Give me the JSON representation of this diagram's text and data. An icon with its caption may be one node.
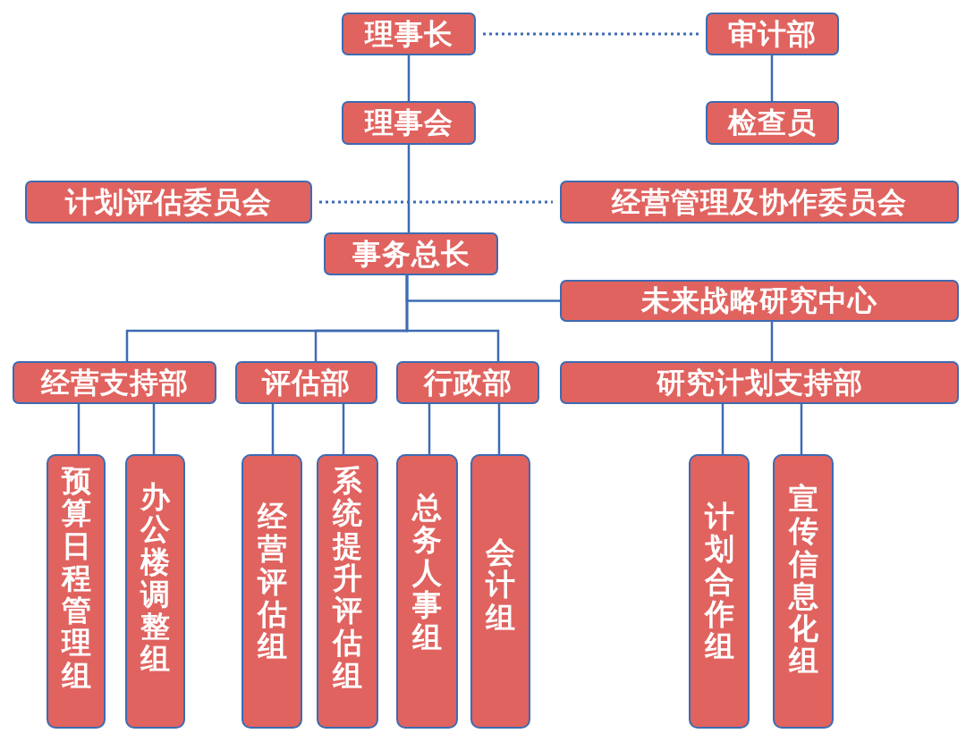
{
  "diagram": {
    "nodes": [
      {
        "text": [
          "理事长"
        ]
      },
      {
        "text": [
          "审计部"
        ]
      },
      {
        "text": [
          "理事会"
        ]
      },
      {
        "text": [
          "检查员"
        ]
      },
      {
        "text": [
          "计划评估委员会"
        ]
      },
      {
        "text": [
          "经营管理及协作委员会"
        ]
      },
      {
        "text": [
          "事务总长"
        ]
      },
      {
        "text": [
          "未来战略研究中心"
        ]
      },
      {
        "text": [
          "经营支持部"
        ]
      },
      {
        "text": [
          "评估部"
        ]
      },
      {
        "text": [
          "行政部"
        ]
      },
      {
        "text": [
          "研究计划支持部"
        ]
      },
      {
        "text": [
          "预算日程管理组"
        ]
      },
      {
        "text": [
          "办公楼调整组"
        ]
      },
      {
        "text": [
          "经营评估组"
        ]
      },
      {
        "text": [
          "系统提升评估组"
        ]
      },
      {
        "text": [
          "总务人事组"
        ]
      },
      {
        "text": [
          "会计组"
        ]
      },
      {
        "text": [
          "计划合作组"
        ]
      },
      {
        "text": [
          "宣传信息化组"
        ]
      }
    ],
    "edges": [
      {
        "from": 0,
        "to": 1,
        "arrow": "none",
        "style": "dashed"
      },
      {
        "from": 0,
        "to": 2,
        "arrow": "none"
      },
      {
        "from": 1,
        "to": 3,
        "arrow": "none"
      },
      {
        "from": 4,
        "to": 5,
        "arrow": "none",
        "style": "dashed"
      },
      {
        "from": 2,
        "to": 6,
        "arrow": "none"
      },
      {
        "from": 6,
        "to": 7,
        "arrow": "none"
      },
      {
        "from": 6,
        "to": 8,
        "arrow": "none"
      },
      {
        "from": 6,
        "to": 9,
        "arrow": "none"
      },
      {
        "from": 6,
        "to": 10,
        "arrow": "none"
      },
      {
        "from": 7,
        "to": 11,
        "arrow": "none"
      },
      {
        "from": 8,
        "to": 12,
        "arrow": "none"
      },
      {
        "from": 8,
        "to": 13,
        "arrow": "none"
      },
      {
        "from": 9,
        "to": 14,
        "arrow": "none"
      },
      {
        "from": 9,
        "to": 15,
        "arrow": "none"
      },
      {
        "from": 10,
        "to": 16,
        "arrow": "none"
      },
      {
        "from": 10,
        "to": 17,
        "arrow": "none"
      },
      {
        "from": 11,
        "to": 18,
        "arrow": "none"
      },
      {
        "from": 11,
        "to": 19,
        "arrow": "none"
      }
    ]
  }
}
